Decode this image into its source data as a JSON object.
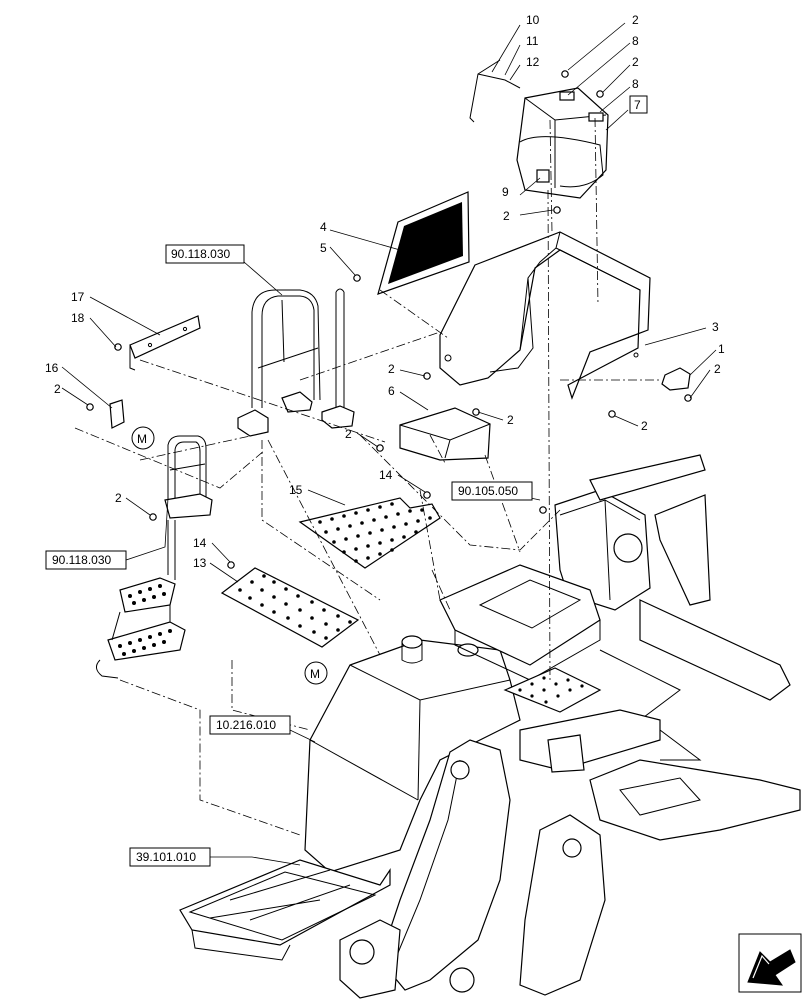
{
  "diagram": {
    "callouts": [
      "1",
      "2",
      "3",
      "4",
      "5",
      "6",
      "7",
      "8",
      "9",
      "10",
      "11",
      "12",
      "13",
      "14",
      "15",
      "16",
      "17",
      "18"
    ],
    "references": {
      "ref_handrail_top": "90.118.030",
      "ref_handrail_left": "90.118.030",
      "ref_frame": "90.105.050",
      "ref_body": "10.216.010",
      "ref_undercarriage": "39.101.010"
    },
    "markers": {
      "connection": "M"
    },
    "icons": {
      "navigation": "arrow-icon"
    }
  }
}
